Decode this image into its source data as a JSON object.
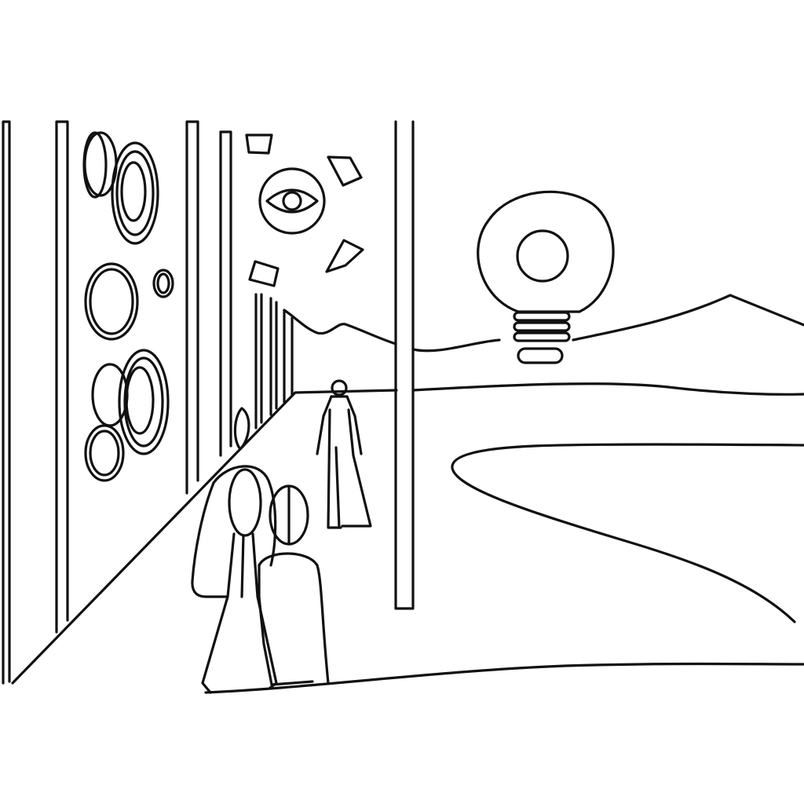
{
  "canvas": {
    "background": "#ffffff",
    "ink": "#111111"
  },
  "scene": {
    "style": "single continuous line drawing",
    "elements": [
      "gallery-wall-pillars",
      "wall-circle-artworks",
      "eye-icon",
      "constellation-icons",
      "corridor-floor",
      "hills-horizon",
      "lightbulb-icon",
      "winding-path",
      "walking-figure",
      "two-foreground-figures"
    ]
  }
}
